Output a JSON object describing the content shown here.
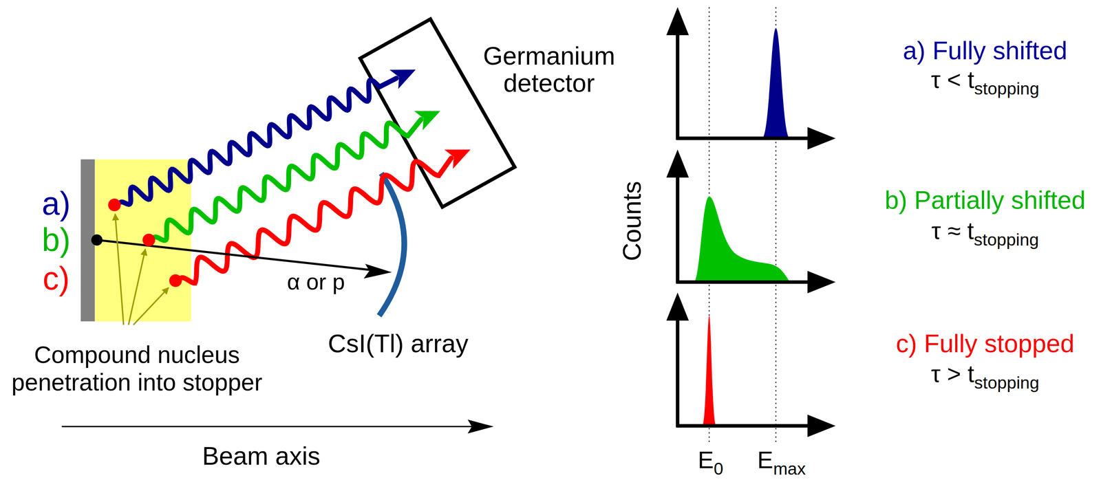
{
  "diagram": {
    "labels": [
      "a)",
      "b)",
      "c)",
      "Germanium detector",
      "α or p",
      "CsI(Tl) array",
      "Compound nucleus penetration into stopper",
      "Beam axis",
      "Counts",
      "E",
      "0",
      "E",
      "max",
      "a) Fully shifted",
      "τ < t",
      "stopping",
      "b) Partially shifted",
      "τ ≈ t",
      "stopping",
      "c) Fully stopped",
      "τ > t",
      "stopping"
    ]
  }
}
